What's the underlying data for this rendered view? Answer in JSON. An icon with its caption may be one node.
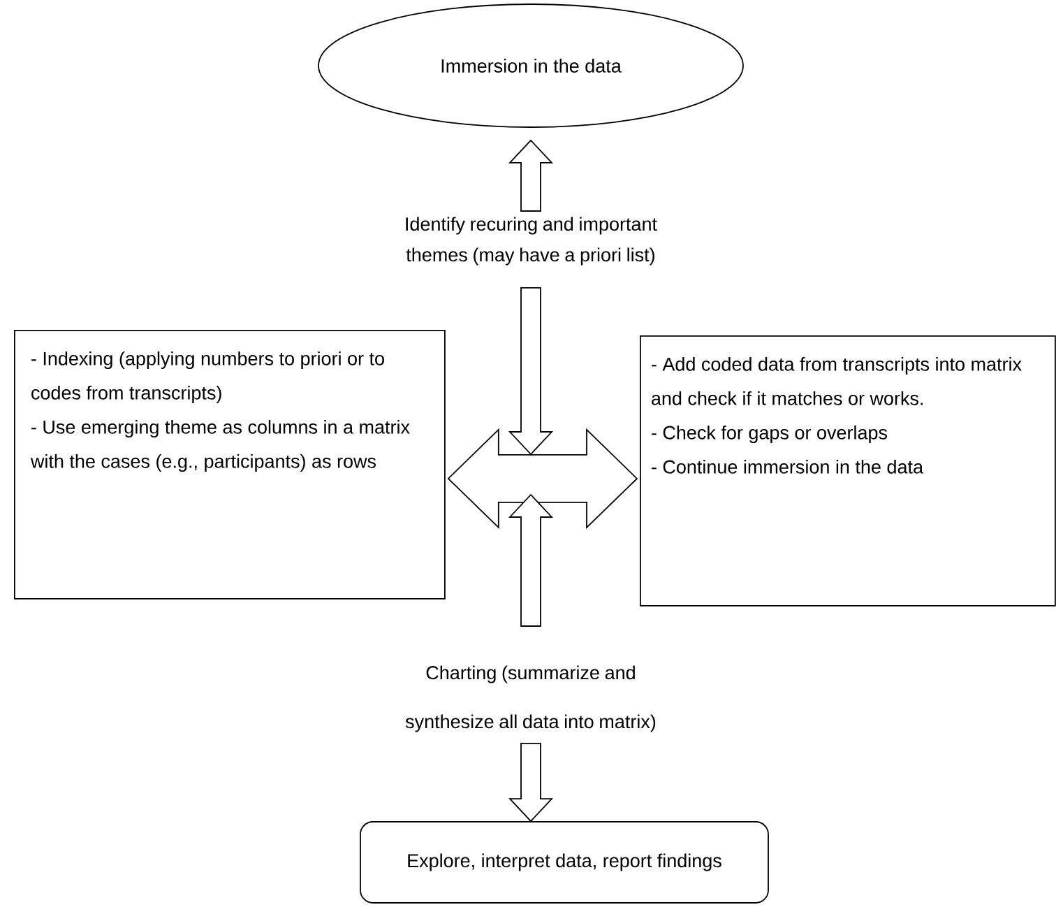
{
  "diagram": {
    "nodes": [
      {
        "text": [
          "Immersion in the data"
        ]
      },
      {
        "text": [
          "Identify recuring and important themes (may have a priori list)"
        ]
      },
      {
        "text": [
          "- Indexing (applying numbers to priori or to codes from transcripts)",
          "- Use emerging theme as columns in a matrix with the cases (e.g., participants) as rows"
        ]
      },
      {
        "text": [
          "- Add coded data from transcripts into matrix and check if it matches or works.",
          "- Check for gaps or overlaps",
          "- Continue immersion in the data"
        ]
      },
      {
        "text": [
          "Charting (summarize and synthesize all data into matrix)"
        ]
      },
      {
        "text": [
          "Explore, interpret data, report findings"
        ]
      }
    ],
    "edges": [
      {
        "from": 1,
        "to": 0,
        "arrow": "to"
      },
      {
        "from": 1,
        "to": null,
        "arrow": "to"
      },
      {
        "from": 2,
        "to": 3,
        "arrow": "both"
      },
      {
        "from": 4,
        "to": null,
        "arrow": "to"
      },
      {
        "from": 4,
        "to": 5,
        "arrow": "to"
      }
    ]
  }
}
